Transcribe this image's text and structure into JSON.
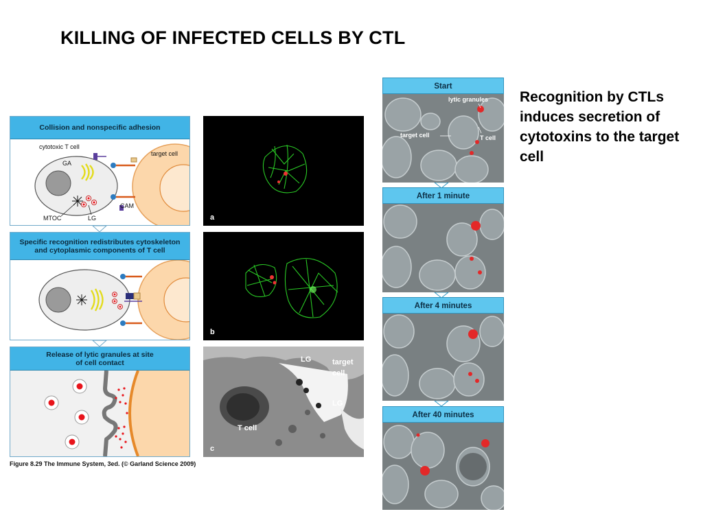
{
  "title": "KILLING OF INFECTED CELLS BY CTL",
  "caption": "Recognition by CTLs induces secretion of cytotoxins to the target cell",
  "figure_caption": "Figure 8.29 The Immune System, 3ed. (© Garland Science 2009)",
  "schematic_panels": [
    {
      "header": [
        "Collision and nonspecific adhesion"
      ],
      "labels": {
        "cytotoxic": "cytotoxic T cell",
        "ga": "GA",
        "target": "target cell",
        "cam": "CAM",
        "mtoc": "MTOC",
        "lg": "LG"
      }
    },
    {
      "header": [
        "Specific recognition redistributes cytoskeleton",
        "and cytoplasmic components of T cell"
      ]
    },
    {
      "header": [
        "Release of lytic granules at site",
        "of cell contact"
      ]
    }
  ],
  "micrographs": [
    {
      "label": "a"
    },
    {
      "label": "b"
    },
    {
      "label": "c",
      "lg1": "LG",
      "target1": "target",
      "target2": "cell",
      "lg2": "LG",
      "tcell": "T cell"
    }
  ],
  "timelapse": [
    {
      "header": "Start",
      "lytic": "lytic granules",
      "target": "target cell",
      "tcell": "T cell"
    },
    {
      "header": "After 1 minute"
    },
    {
      "header": "After 4 minutes"
    },
    {
      "header": "After 40 minutes"
    }
  ],
  "colors": {
    "panel_header": "#41b4e6",
    "timelapse_header": "#5ec6ee",
    "target_cell": "#fcd7ab",
    "granule_red": "#e8141b",
    "fluorescence_green": "#2fe02a"
  }
}
